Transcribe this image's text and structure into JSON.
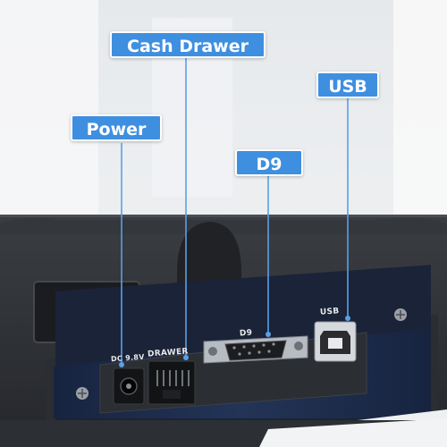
{
  "callouts": {
    "power": "Power",
    "cash_drawer": "Cash Drawer",
    "d9": "D9",
    "usb": "USB"
  },
  "port_labels": {
    "dc": "DC 9.8V",
    "drawer": "DRAWER",
    "d9": "D9",
    "usb": "USB"
  },
  "colors": {
    "callout_fill": "#3f8fe0",
    "callout_border": "#ffffff",
    "leader_line": "#5aa0e6",
    "device_body": "#2f3236",
    "port_panel": "#1e2d4a"
  }
}
